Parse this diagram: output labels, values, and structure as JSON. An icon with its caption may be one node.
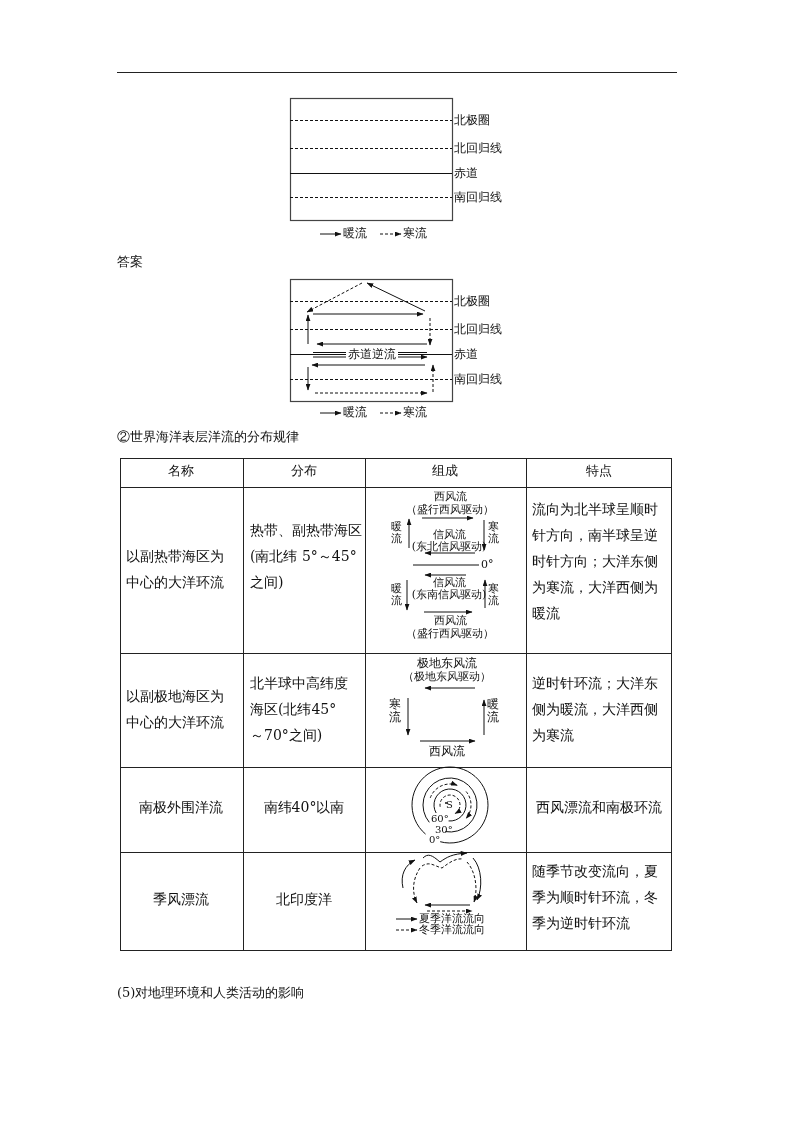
{
  "diagram": {
    "labels": [
      "北极圈",
      "北回归线",
      "赤道",
      "南回归线",
      "答案",
      "北极圈",
      "北回归线",
      "赤道逆流",
      "赤道",
      "南回归线",
      "②世界海洋表层洋流的分布规律",
      "名称",
      "分布",
      "组成",
      "特点",
      "以副热带海区为中心的大洋环流",
      "热带、副热带海区(南北纬 5°～45°之间)",
      "西风流",
      "（盛行西风驱动）",
      "暖流",
      "信风流",
      "(东北信风驱动)",
      "寒流",
      "0°",
      "暖流",
      "信风流",
      "(东南信风驱动)",
      "寒流",
      "西风流",
      "（盛行西风驱动）",
      "流向为北半球呈顺时针方向，南半球呈逆时针方向；大洋东侧为寒流，大洋西侧为暖流",
      "以副极地海区为中心的大洋环流",
      "北半球中高纬度海区(北纬45°～70°之间)",
      "极地东风流",
      "（极地东风驱动）",
      "寒流",
      "暖流",
      "西风流",
      "逆时针环流；大洋东侧为暖流，大洋西侧为寒流",
      "南极外围洋流",
      "南纬40°以南",
      "S",
      "60°",
      "30°",
      "0°",
      "西风漂流和南极环流",
      "季风漂流",
      "北印度洋",
      "随季节改变流向，夏季为顺时针环流，冬季为逆时针环流",
      "(5)对地理环境和人类活动的影响"
    ],
    "legend": [
      {
        "text": "暖流"
      },
      {
        "text": "寒流"
      },
      {
        "text": "暖流"
      },
      {
        "text": "寒流"
      },
      {
        "text": "夏季洋流流向"
      },
      {
        "text": "冬季洋流流向"
      }
    ]
  }
}
